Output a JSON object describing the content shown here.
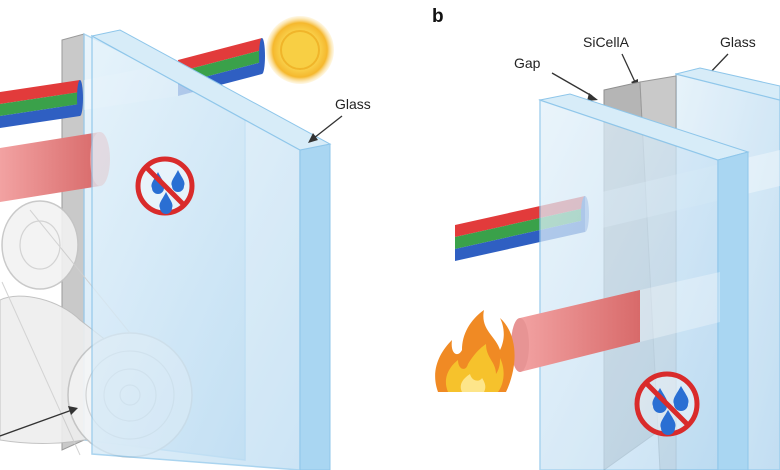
{
  "panels": {
    "b": {
      "letter": "b",
      "labels": {
        "gap": "Gap",
        "sicella": "SiCellA",
        "glass": "Glass"
      }
    },
    "a": {
      "labels": {
        "glass": "Glass"
      }
    }
  },
  "colors": {
    "glass_front": "#cfe6f5",
    "glass_edge": "#9fd0ef",
    "sicella": "#a8a8a8",
    "beam_red": "#e23b3b",
    "beam_green": "#3aa14a",
    "beam_blue": "#2f5fc2",
    "heat_beam": "#e58a8a",
    "no_water_ring": "#d92b2b",
    "water_drop": "#2a6fd3",
    "sun": "#f7c33a"
  },
  "icons": [
    "sun-icon",
    "no-water-icon",
    "flame-icon",
    "film-roll-icon"
  ]
}
